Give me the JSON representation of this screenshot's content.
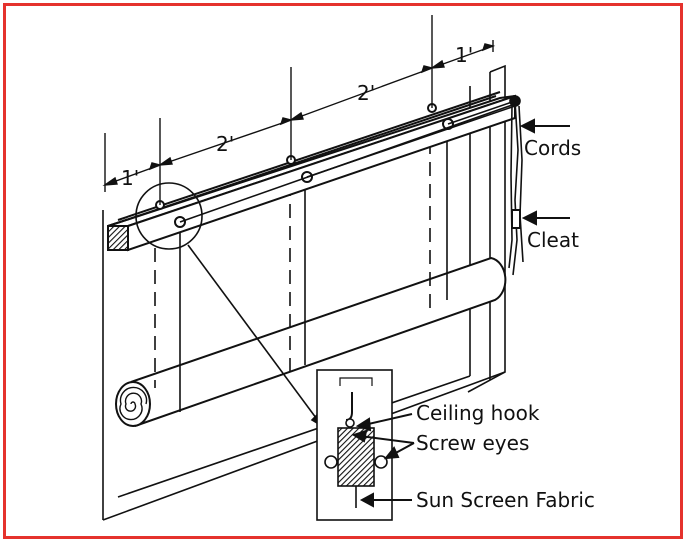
{
  "colors": {
    "border": "#e5322d",
    "ink": "#111111",
    "background": "#ffffff"
  },
  "dimensions": {
    "left_end": "1'",
    "span_left": "2'",
    "span_right": "2'",
    "right_end": "1'"
  },
  "labels": {
    "cords": "Cords",
    "cleat": "Cleat",
    "ceiling_hook": "Ceiling hook",
    "screw_eyes": "Screw eyes",
    "sun_screen_fabric": "Sun Screen Fabric"
  }
}
